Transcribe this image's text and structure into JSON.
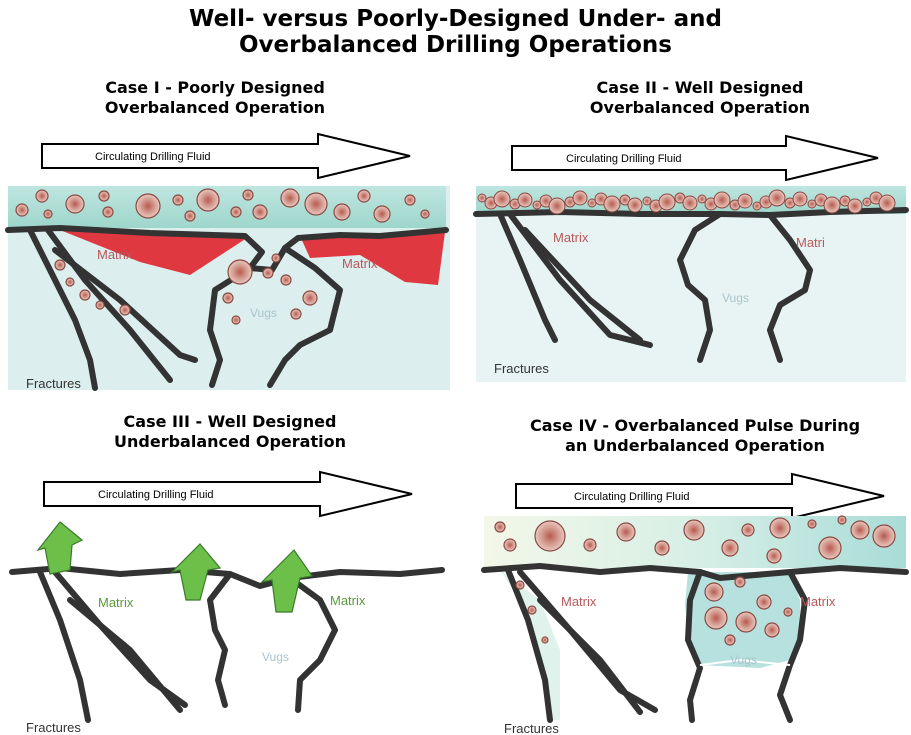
{
  "title": {
    "line1": "Well- versus Poorly-Designed Under- and",
    "line2": "Overbalanced Drilling Operations"
  },
  "cases": [
    {
      "title_line1": "Case I - Poorly Designed",
      "title_line2": "Overbalanced Operation",
      "arrow": "Circulating Drilling Fluid",
      "matrix_left": "Matrix",
      "matrix_right": "Matrix",
      "vugs": "Vugs",
      "fractures": "Fractures"
    },
    {
      "title_line1": "Case II - Well Designed",
      "title_line2": "Overbalanced Operation",
      "arrow": "Circulating Drilling Fluid",
      "matrix_left": "Matrix",
      "matrix_right": "Matri",
      "vugs": "Vugs",
      "fractures": "Fractures"
    },
    {
      "title_line1": "Case III - Well Designed",
      "title_line2": "Underbalanced Operation",
      "arrow": "Circulating Drilling Fluid",
      "matrix_left": "Matrix",
      "matrix_right": "Matrix",
      "vugs": "Vugs",
      "fractures": "Fractures"
    },
    {
      "title_line1": "Case IV - Overbalanced Pulse During",
      "title_line2": "an Underbalanced Operation",
      "arrow": "Circulating Drilling Fluid",
      "matrix_left": "Matrix",
      "matrix_right": "Matrix",
      "vugs": "Vugs",
      "fractures": "Fractures"
    }
  ],
  "colors": {
    "fluid": "#bfe6e0",
    "particle_fill": "#c98a80",
    "particle_edge": "#8a4a40",
    "rock": "#333333",
    "invasion_red": "#e0242c",
    "matrix_red": "#b8585a",
    "matrix_green": "#5a9a3a",
    "inflow_arrow": "#6cc04a",
    "vugs_text": "#a8c4cc"
  }
}
